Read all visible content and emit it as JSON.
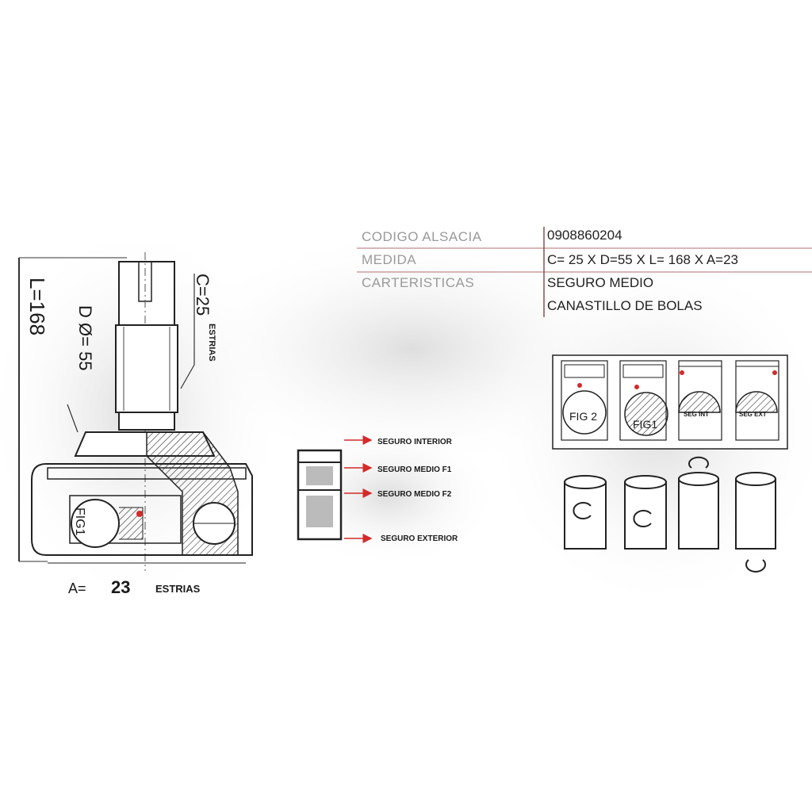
{
  "joint": {
    "length_label": "L=168",
    "diameter_label": "D  Ø= 55",
    "c_label": "C=25",
    "c_unit": "ESTRIAS",
    "a_prefix": "A=",
    "a_value": "23",
    "a_unit": "ESTRIAS",
    "fig_label": "FIG1"
  },
  "clips": {
    "labels": [
      "SEGURO INTERIOR",
      "SEGURO MEDIO F1",
      "SEGURO MEDIO F2",
      "SEGURO EXTERIOR"
    ]
  },
  "specs": {
    "rows": [
      {
        "label": "CODIGO ALSACIA",
        "value": "0908860204"
      },
      {
        "label": "MEDIDA",
        "value": "C= 25 X D=55 X L= 168 X A=23"
      },
      {
        "label": "CARTERISTICAS",
        "value": "SEGURO MEDIO"
      },
      {
        "label": "",
        "value": "CANASTILLO DE BOLAS"
      }
    ]
  },
  "figures": {
    "labels": [
      "FIG 2",
      "FIG1",
      "SEG INT",
      "SEG EXT"
    ]
  },
  "colors": {
    "ink": "#1a1a1a",
    "accent_red": "#d42a2a",
    "rule_red": "#c9a0a0",
    "label_gray": "#9a9a9a"
  }
}
